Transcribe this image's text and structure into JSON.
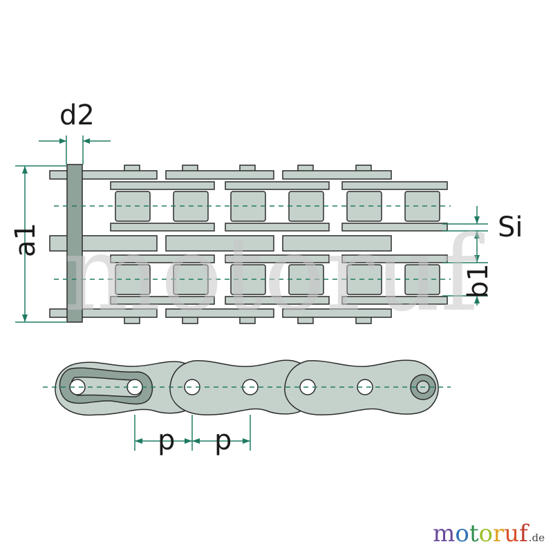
{
  "labels": {
    "d2": "d2",
    "a1": "a1",
    "si": "Si",
    "b1": "b1",
    "p_left": "p",
    "p_right": "p"
  },
  "watermark": "motoruf",
  "logo": {
    "letters": [
      "m",
      "o",
      "t",
      "o",
      "r",
      "u",
      "f"
    ],
    "letter_colors": [
      "#6a4a9a",
      "#2d6fb5",
      "#2f8f4e",
      "#9bbf2a",
      "#e0a020",
      "#d8502a",
      "#c0392b"
    ],
    "tld": ".de"
  },
  "colors": {
    "plate": "#c5d2cc",
    "plate_dark": "#8fa39a",
    "outline": "#2b2b2b",
    "dimension": "#1f7a62",
    "background": "#ffffff"
  }
}
